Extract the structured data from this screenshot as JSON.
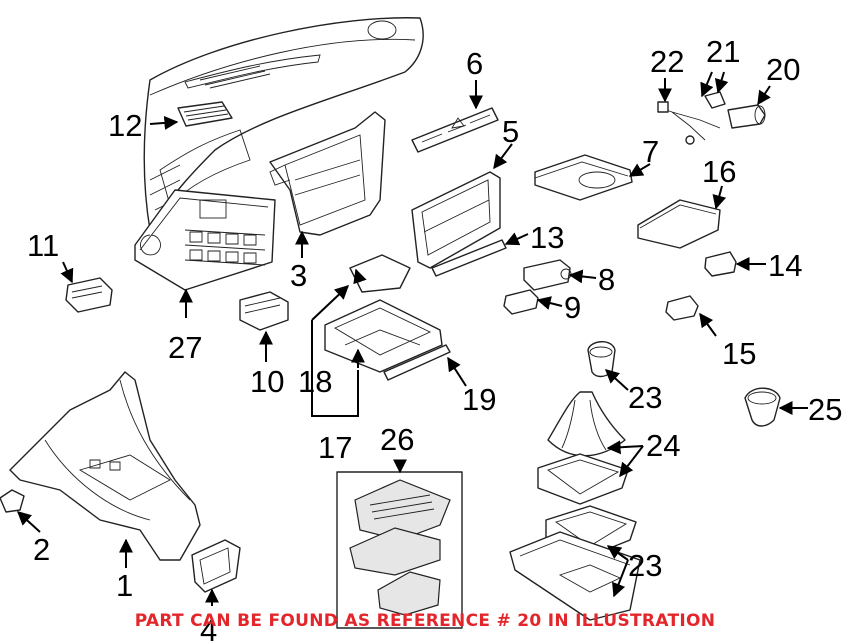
{
  "footer_note": "PART CAN BE FOUND AS REFERENCE # 20 IN ILLUSTRATION",
  "colors": {
    "note": "#e3262b",
    "line": "#222222"
  },
  "callouts": {
    "c1": "1",
    "c2": "2",
    "c3": "3",
    "c4": "4",
    "c5": "5",
    "c6": "6",
    "c7": "7",
    "c8": "8",
    "c9": "9",
    "c10": "10",
    "c11": "11",
    "c12": "12",
    "c13": "13",
    "c14": "14",
    "c15": "15",
    "c16": "16",
    "c17": "17",
    "c18": "18",
    "c19": "19",
    "c20": "20",
    "c21": "21",
    "c22": "22",
    "c23a": "23",
    "c23b": "23",
    "c24": "24",
    "c25": "25",
    "c26": "26",
    "c27": "27"
  }
}
